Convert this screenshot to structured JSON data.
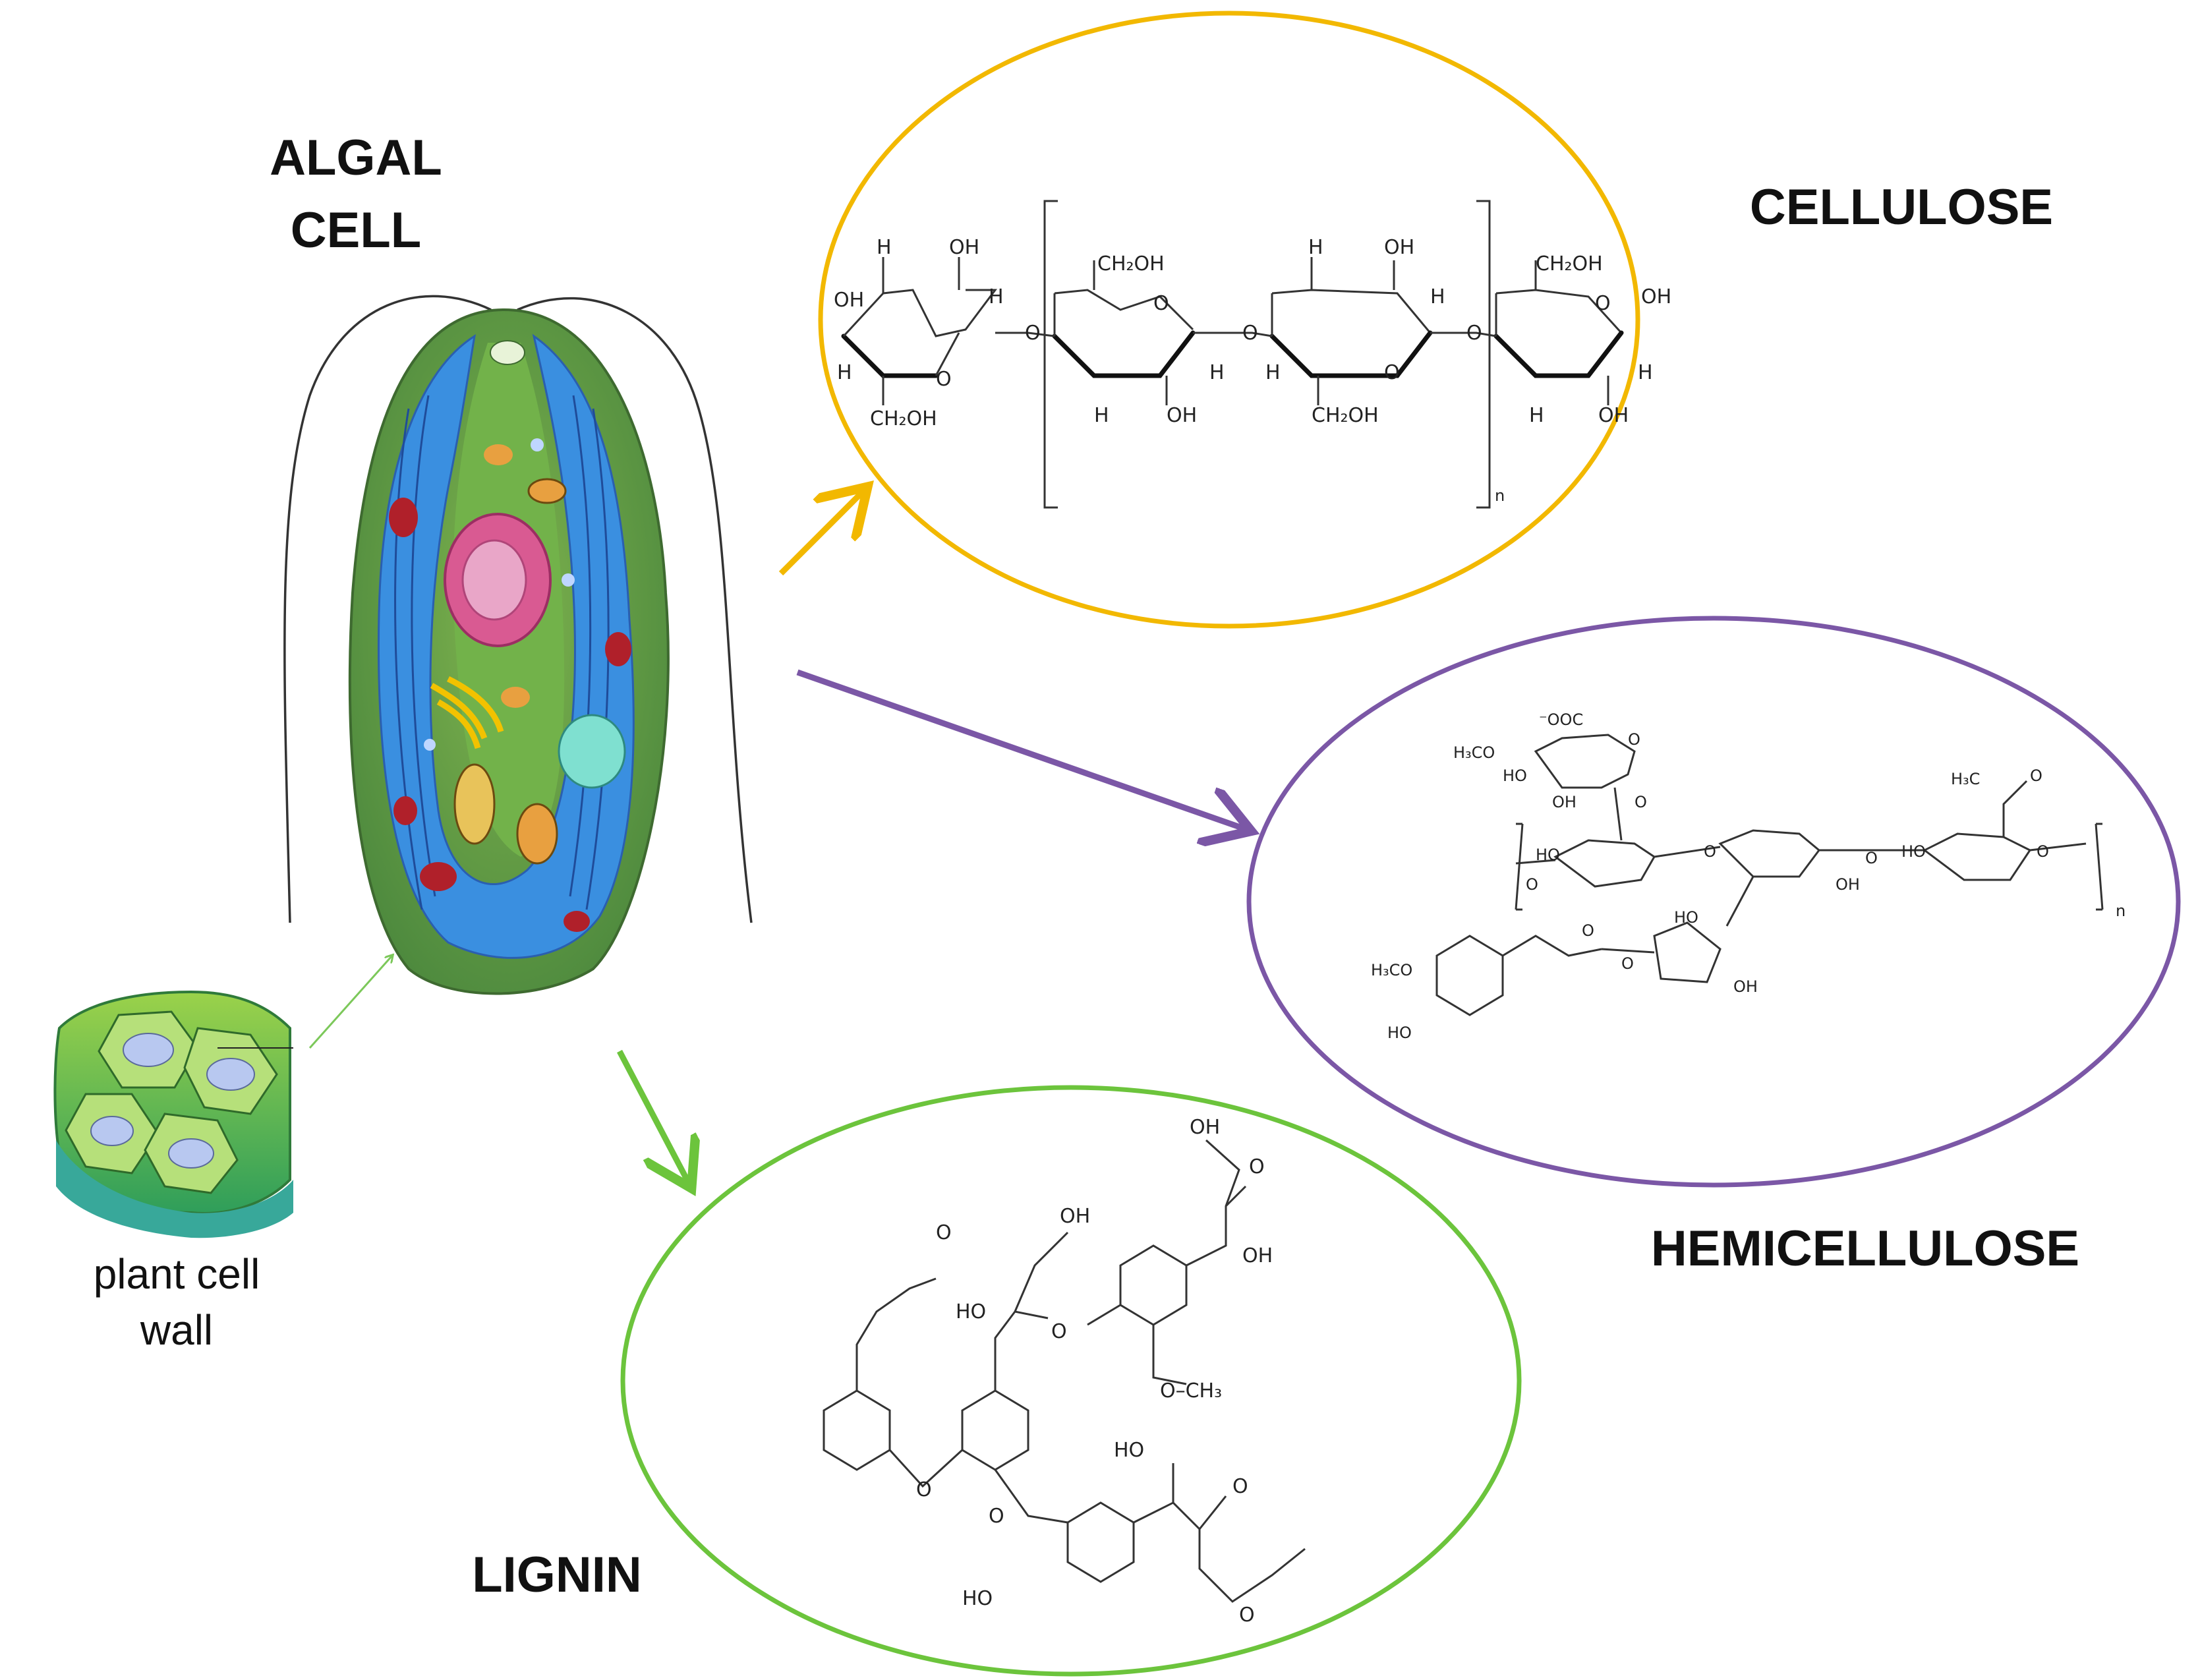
{
  "labels": {
    "algal_cell_line1": "ALGAL",
    "algal_cell_line2": "CELL",
    "cellulose": "CELLULOSE",
    "hemicellulose": "HEMICELLULOSE",
    "lignin": "LIGNIN",
    "plant_cell_wall_line1": "plant cell",
    "plant_cell_wall_line2": "wall"
  },
  "colors": {
    "cellulose": "#F2B800",
    "hemicellulose": "#7B57A6",
    "lignin": "#6CC43C",
    "cell_body": "#6A9A48",
    "chloroplast": "#3A8FE0",
    "nucleus": "#D95A92"
  },
  "chem": {
    "cellulose": {
      "oh": "OH",
      "h": "H",
      "o": "O",
      "ch2oh": "CH₂OH",
      "n": "n"
    },
    "hemicellulose": {
      "oh": "HO",
      "ho": "OH",
      "o": "O",
      "n": "n",
      "coo": "⁻OOC",
      "h3co": "H₃CO",
      "h3c": "H₃C"
    },
    "lignin": {
      "oh": "OH",
      "ho": "HO",
      "o": "O",
      "och3": "O–CH₃"
    }
  }
}
